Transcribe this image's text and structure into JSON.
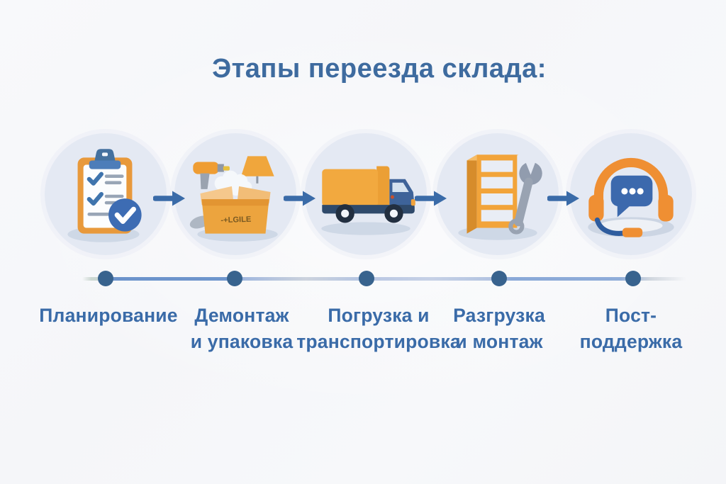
{
  "title": "Этапы переезда склада:",
  "colors": {
    "title": "#3e6b9f",
    "label": "#3a6ba8",
    "arrow": "#3a6ba8",
    "dot": "#38638e",
    "line_strong": "#6f96cd",
    "circle_bg": "#e4e9f3",
    "background": "#f6f7fa",
    "orange": "#f0a23c",
    "blue": "#3d6cb3"
  },
  "stages": [
    {
      "id": "planning",
      "icon": "clipboard-checklist-icon",
      "label_line1": "Планирование",
      "label_line2": ""
    },
    {
      "id": "dismantling-packing",
      "icon": "packed-box-icon",
      "label_line1": "Демонтаж",
      "label_line2": "и упаковка",
      "box_print": "-+LGILE"
    },
    {
      "id": "loading-transport",
      "icon": "delivery-truck-icon",
      "label_line1": "Погрузка и",
      "label_line2": "транспортировка"
    },
    {
      "id": "unloading-assembly",
      "icon": "shelf-wrench-icon",
      "label_line1": "Разгрузка",
      "label_line2": "и монтаж"
    },
    {
      "id": "post-support",
      "icon": "headset-chat-icon",
      "label_line1": "Пост-",
      "label_line2": "поддержка"
    }
  ]
}
